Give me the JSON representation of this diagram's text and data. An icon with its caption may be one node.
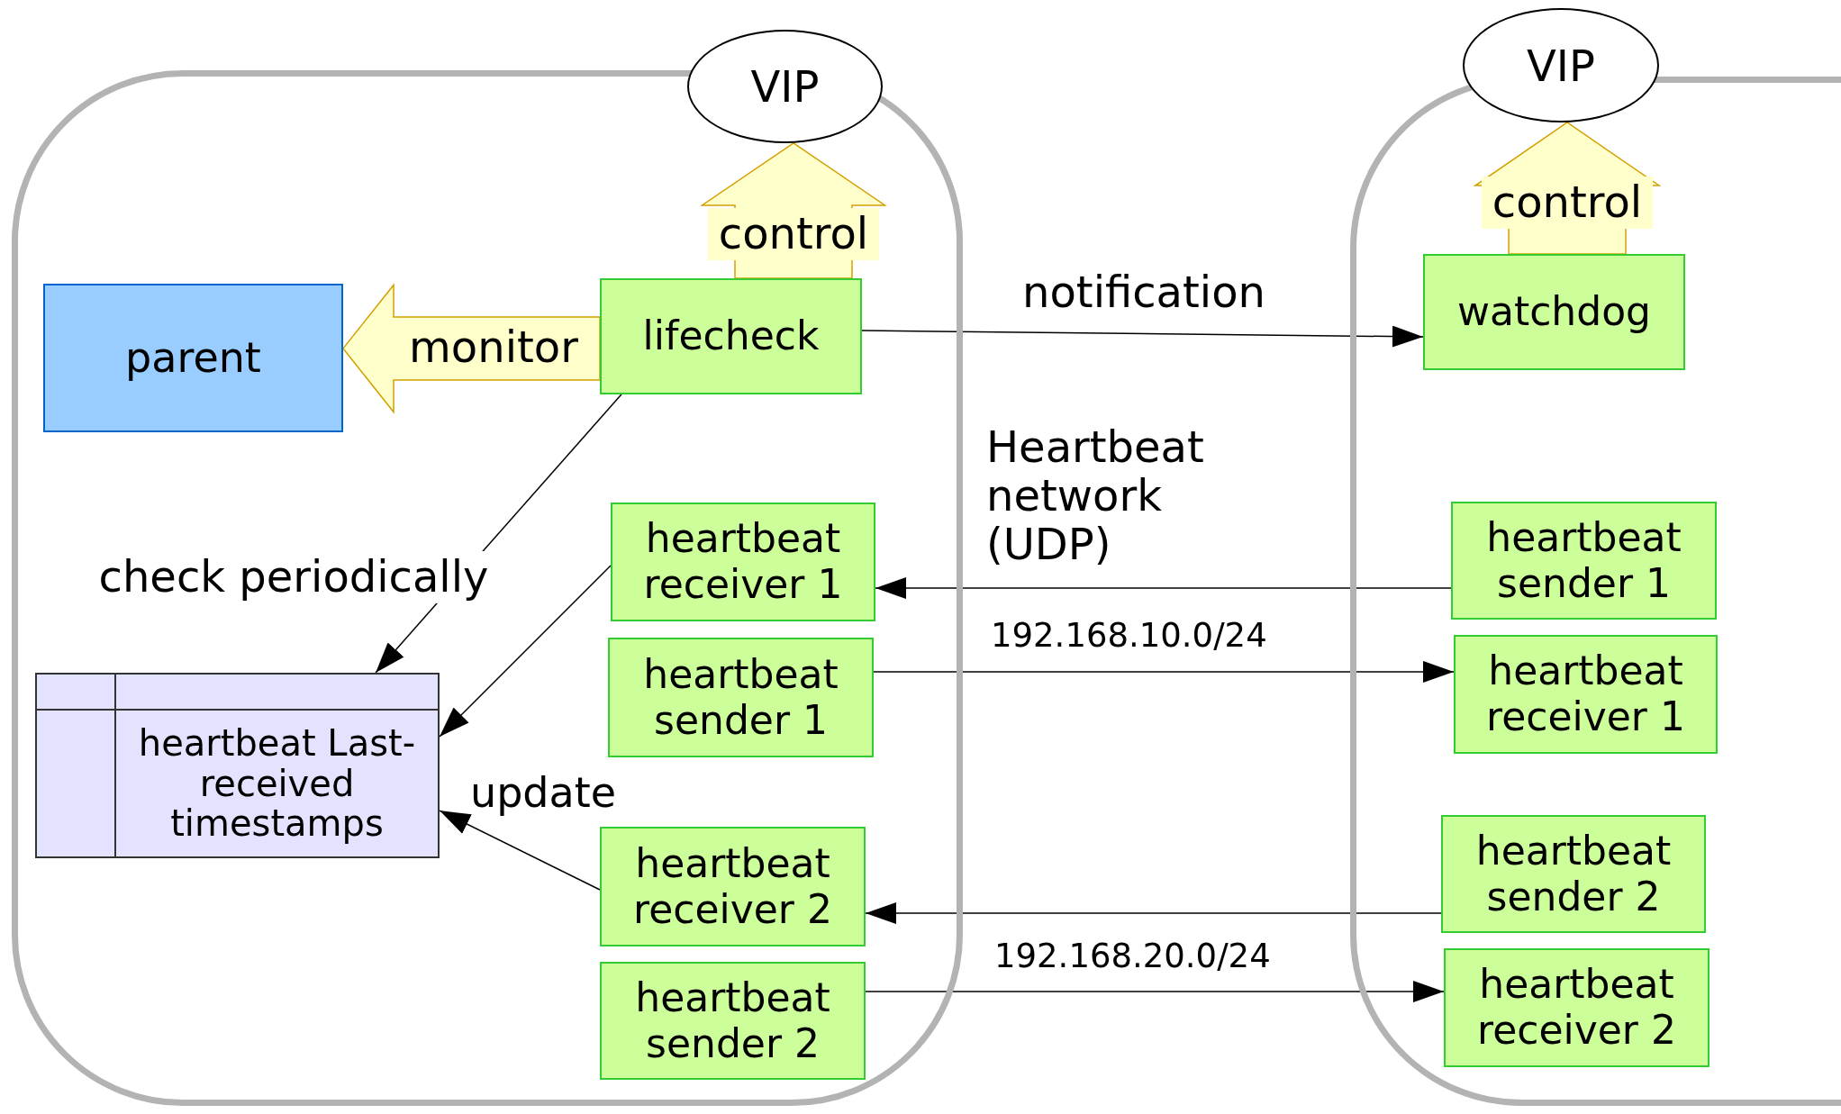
{
  "diagram": {
    "nodes": [
      {
        "text": [],
        "shape": "box"
      },
      {
        "text": [
          "VIP"
        ]
      },
      {
        "text": [],
        "shape": "box"
      },
      {
        "text": [
          "VIP"
        ]
      },
      {
        "text": [
          "parent"
        ],
        "in": 0
      },
      {
        "text": [
          "lifecheck"
        ],
        "in": 0
      },
      {
        "text": [
          "watchdog"
        ],
        "in": 2
      },
      {
        "text": [
          "heartbeat receiver 1"
        ],
        "in": 0
      },
      {
        "text": [
          "heartbeat sender 1"
        ],
        "in": 2
      },
      {
        "text": [
          "heartbeat sender 1"
        ],
        "in": 0
      },
      {
        "text": [
          "heartbeat receiver 1"
        ],
        "in": 2
      },
      {
        "text": [
          "heartbeat Last-received timestamps"
        ],
        "in": 0
      },
      {
        "text": [
          "heartbeat receiver 2"
        ],
        "in": 0
      },
      {
        "text": [
          "heartbeat sender 2"
        ],
        "in": 2
      },
      {
        "text": [
          "heartbeat sender 2"
        ],
        "in": 0
      },
      {
        "text": [
          "heartbeat receiver 2"
        ],
        "in": 2
      }
    ],
    "edges": [
      {
        "from": 5,
        "to": 1,
        "arrow": "to",
        "label": "control",
        "style": "thick",
        "color": "#ffffcc"
      },
      {
        "from": 6,
        "to": 3,
        "arrow": "to",
        "label": "control",
        "style": "thick",
        "color": "#ffffcc"
      },
      {
        "from": 5,
        "to": 4,
        "arrow": "to",
        "label": "monitor",
        "style": "thick",
        "color": "#ffffcc"
      },
      {
        "from": 5,
        "to": 6,
        "arrow": "to",
        "label": "notification"
      },
      {
        "from": 5,
        "to": 11,
        "arrow": "to",
        "label": "check periodically"
      },
      {
        "from": 7,
        "to": 11,
        "arrow": "to"
      },
      {
        "from": 12,
        "to": 11,
        "arrow": "to"
      },
      {
        "from": 8,
        "to": 7,
        "arrow": "to"
      },
      {
        "from": 9,
        "to": 10,
        "arrow": "to"
      },
      {
        "from": 13,
        "to": 12,
        "arrow": "to"
      },
      {
        "from": 14,
        "to": 15,
        "arrow": "to"
      }
    ],
    "labels": [
      "Heartbeat network (UDP)",
      "192.168.10.0/24",
      "update",
      "192.168.20.0/24"
    ]
  }
}
